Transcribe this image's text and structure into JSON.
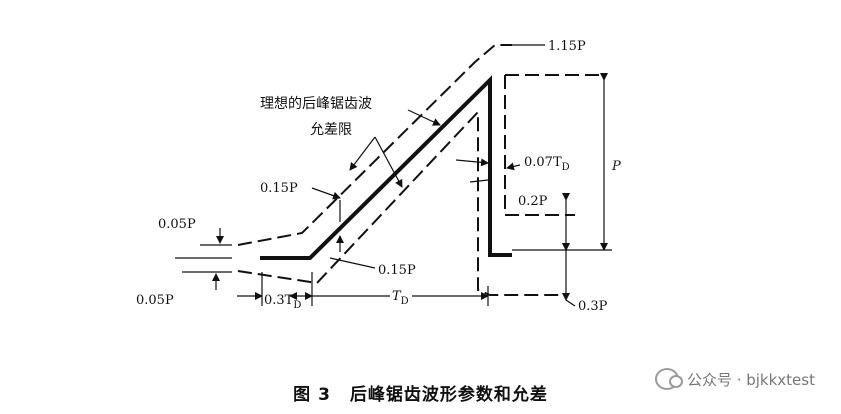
{
  "labels": {
    "p115": "1.15P",
    "ideal": "理想的后峰锯齿波",
    "tolerance": "允差限",
    "p007td": "0.07T",
    "p007td_sub": "D",
    "p_big": "P",
    "p015_top": "0.15P",
    "p02": "0.2P",
    "p005_top": "0.05P",
    "p015_bottom": "0.15P",
    "p005_bottom": "0.05P",
    "p03td": "0.3T",
    "p03td_sub": "D",
    "td": "T",
    "td_sub": "D",
    "p03": "0.3P"
  },
  "caption": {
    "figure": "图 3",
    "title": "后峰锯齿波形参数和允差"
  },
  "watermark": {
    "text": "公众号 · bjkkxtest",
    "icon": "wechat-icon"
  }
}
